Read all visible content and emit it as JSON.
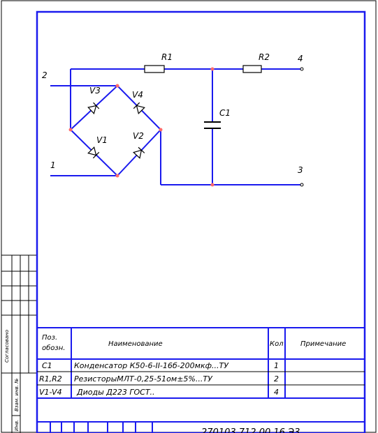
{
  "colors": {
    "frame": "#1a1aee",
    "wire": "#1a1aee",
    "node": "#ff6b6b",
    "text": "#000000",
    "background": "#ffffff"
  },
  "schematic": {
    "terminals": {
      "t1": "1",
      "t2": "2",
      "t3": "3",
      "t4": "4"
    },
    "components": {
      "r1": "R1",
      "r2": "R2",
      "c1": "C1",
      "v1": "V1",
      "v2": "V2",
      "v3": "V3",
      "v4": "V4"
    }
  },
  "spec_table": {
    "headers": {
      "pos": [
        "Поз.",
        "обозн."
      ],
      "name": "Наименование",
      "qty": "Кол",
      "note": "Примечание"
    },
    "rows": [
      {
        "pos": "C1",
        "name": "Конденсатор К50-6-II-16б-200мкф...ТУ",
        "qty": "1",
        "note": ""
      },
      {
        "pos": "R1,R2",
        "name": "РезисторыМЛТ-0,25-51ом±5%...ТУ",
        "qty": "2",
        "note": ""
      },
      {
        "pos": "V1-V4",
        "name": "Диоды Д223 ГОСТ..",
        "qty": "4",
        "note": ""
      }
    ],
    "doc_code": "270103.712.00.16.Э3"
  },
  "side_labels": {
    "agreed": "Согласовано",
    "sub_inv": "Взам. инв. №",
    "inv": "Инв."
  }
}
